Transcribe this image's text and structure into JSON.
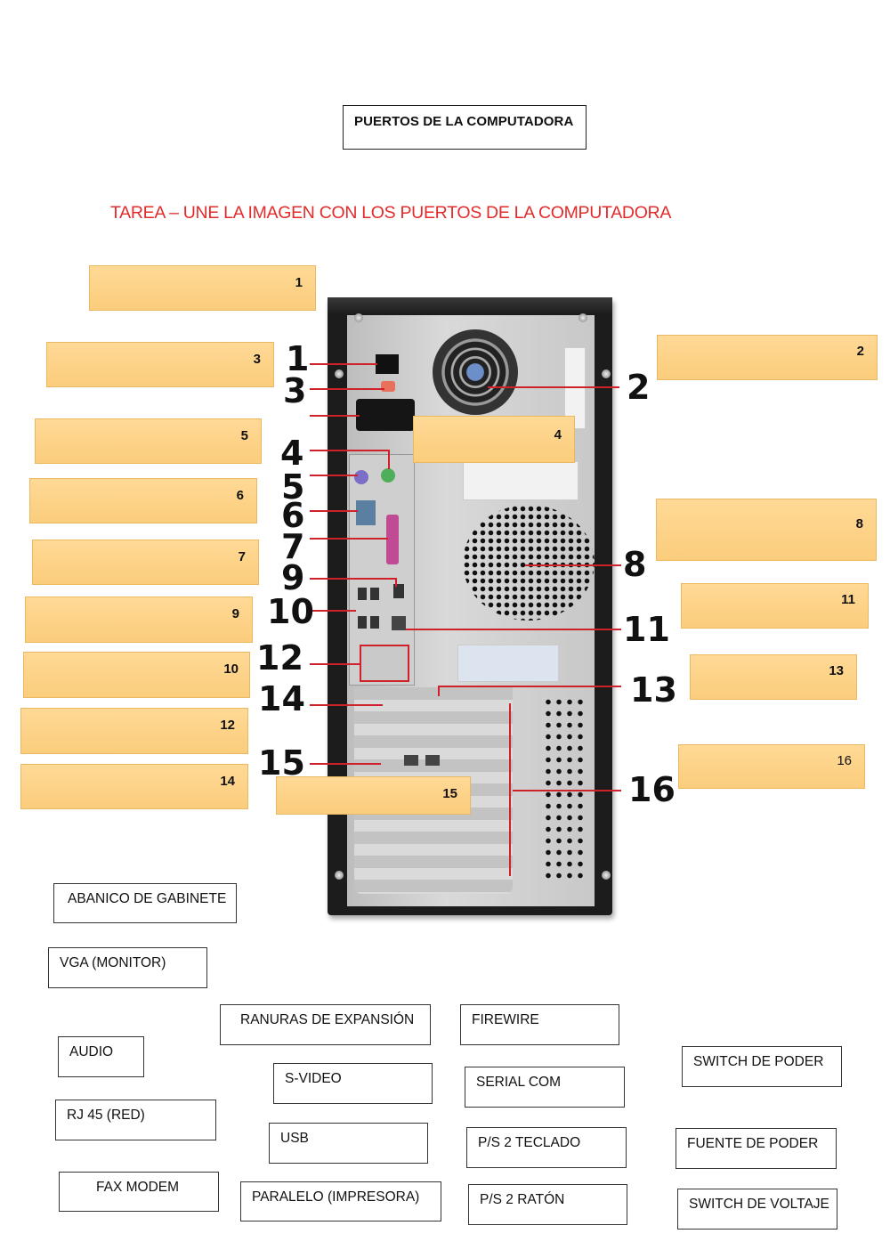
{
  "header": {
    "title": "PUERTOS DE LA COMPUTADORA",
    "task": "TAREA – UNE LA IMAGEN CON LOS PUERTOS DE LA COMPUTADORA"
  },
  "diagram": {
    "callouts": [
      "1",
      "2",
      "3",
      "4",
      "5",
      "6",
      "7",
      "8",
      "9",
      "10",
      "11",
      "12",
      "13",
      "14",
      "15",
      "16"
    ],
    "line_color": "#d0202a"
  },
  "answer_boxes": [
    {
      "id": "1",
      "label": "1"
    },
    {
      "id": "2",
      "label": "2"
    },
    {
      "id": "3",
      "label": "3"
    },
    {
      "id": "4",
      "label": "4"
    },
    {
      "id": "5",
      "label": "5"
    },
    {
      "id": "6",
      "label": "6"
    },
    {
      "id": "7",
      "label": "7"
    },
    {
      "id": "8",
      "label": "8"
    },
    {
      "id": "9",
      "label": "9"
    },
    {
      "id": "10",
      "label": "10"
    },
    {
      "id": "11",
      "label": "11"
    },
    {
      "id": "12",
      "label": "12"
    },
    {
      "id": "13",
      "label": "13"
    },
    {
      "id": "14",
      "label": "14"
    },
    {
      "id": "15",
      "label": "15"
    },
    {
      "id": "16",
      "label": "16"
    }
  ],
  "word_bank": [
    "ABANICO DE GABINETE",
    "VGA (MONITOR)",
    "RANURAS DE EXPANSIÓN",
    "FIREWIRE",
    "AUDIO",
    "SWITCH DE PODER",
    "S-VIDEO",
    "SERIAL COM",
    "RJ 45 (RED)",
    "USB",
    "P/S 2 TECLADO",
    "FUENTE DE PODER",
    "FAX MODEM",
    "PARALELO (IMPRESORA)",
    "P/S 2 RATÓN",
    "SWITCH DE VOLTAJE"
  ],
  "colors": {
    "task_text": "#e32b2b",
    "answer_fill": "#fcd38a",
    "answer_border": "#e9b860"
  }
}
